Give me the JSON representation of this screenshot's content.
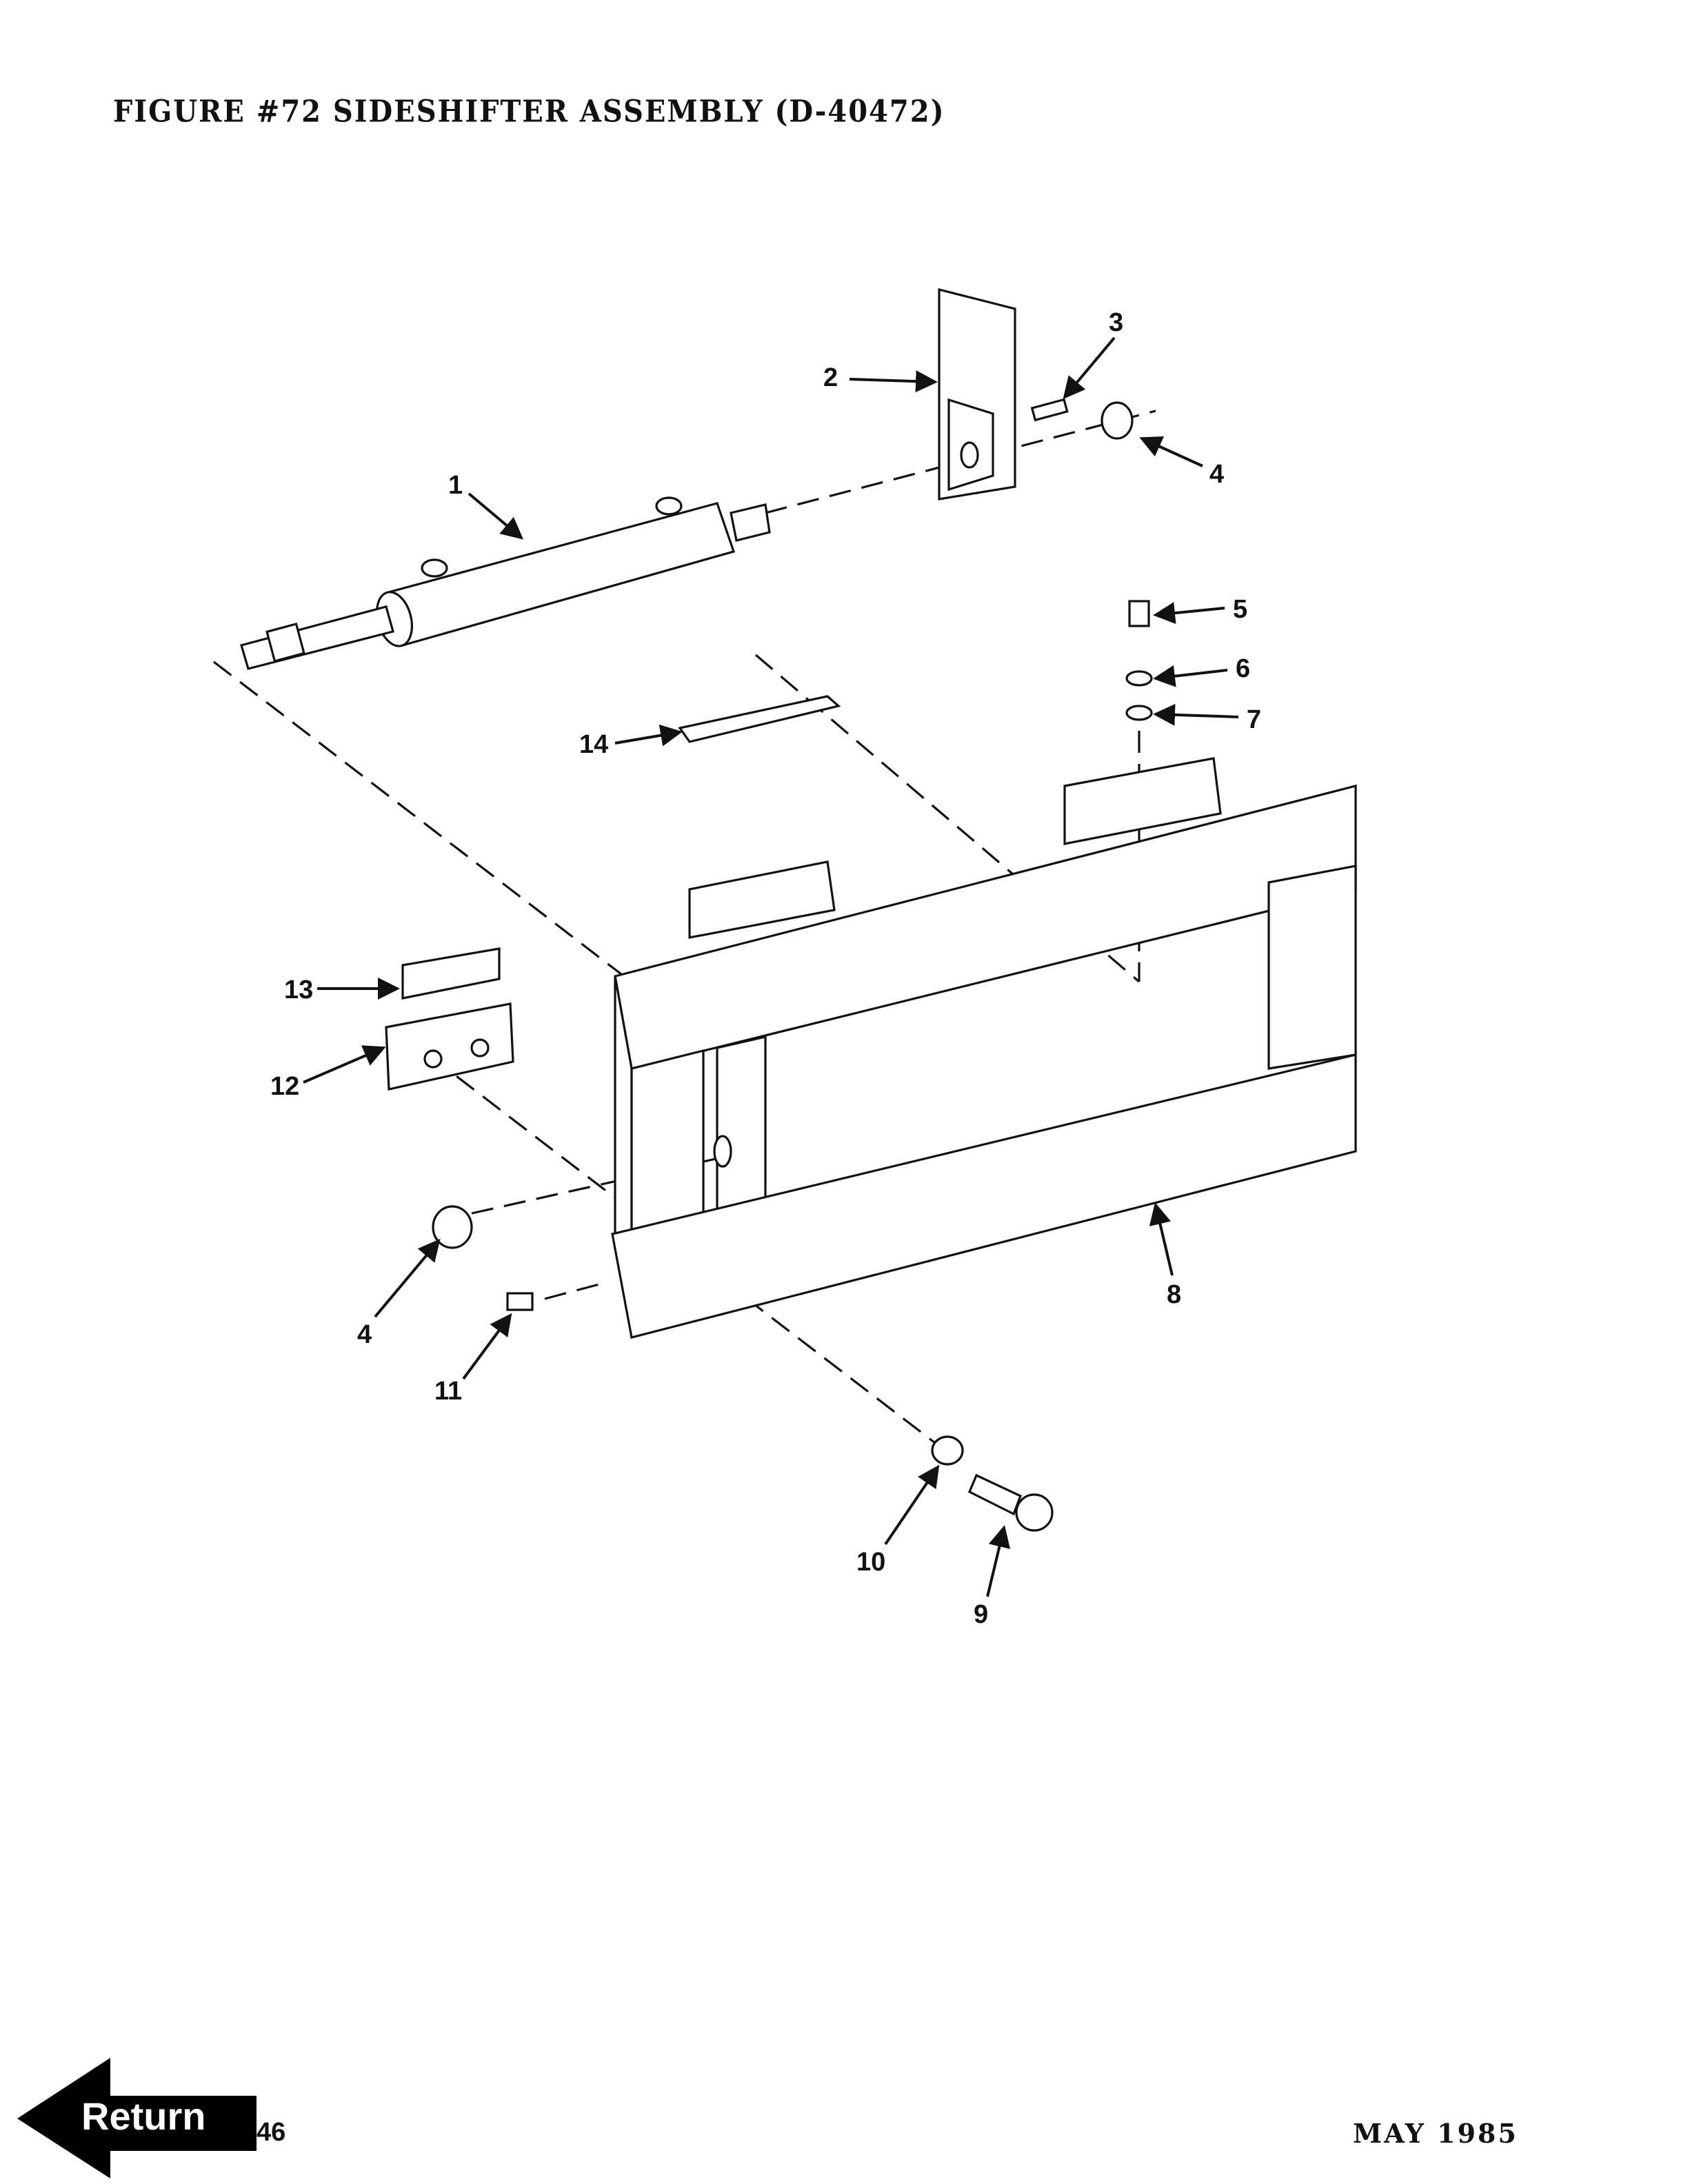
{
  "header": {
    "title": "FIGURE #72 SIDESHIFTER ASSEMBLY (D-40472)"
  },
  "callouts": {
    "c1": "1",
    "c2": "2",
    "c3": "3",
    "c4a": "4",
    "c4b": "4",
    "c5": "5",
    "c6": "6",
    "c7": "7",
    "c8": "8",
    "c9": "9",
    "c10": "10",
    "c11": "11",
    "c12": "12",
    "c13": "13",
    "c14": "14"
  },
  "footer": {
    "return_label": "Return",
    "page_number": "46",
    "date": "MAY 1985"
  }
}
